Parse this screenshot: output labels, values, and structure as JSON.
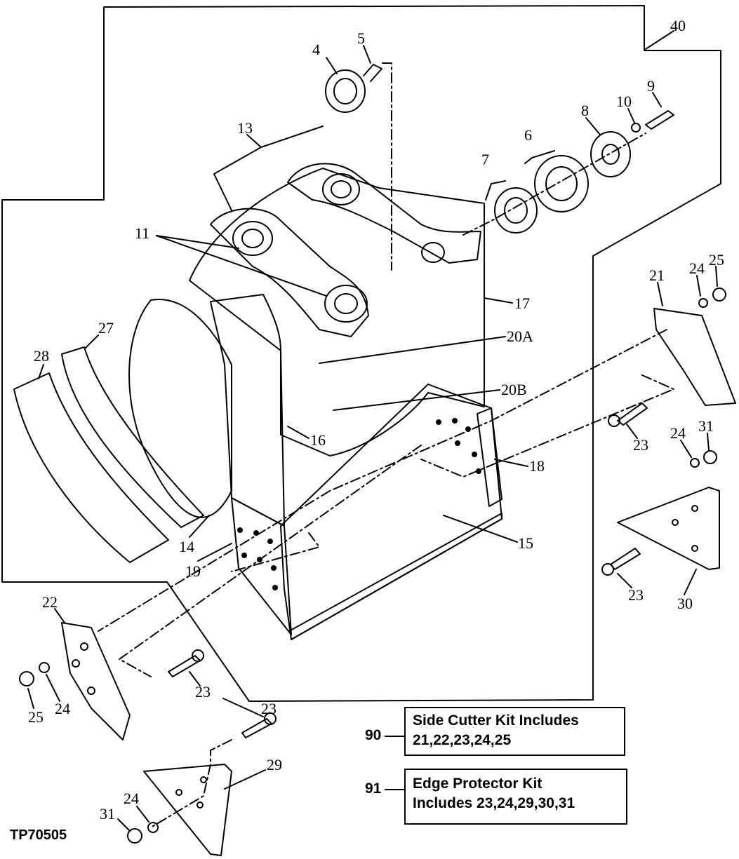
{
  "figure_id": "TP70505",
  "callouts": [
    {
      "key": "c40",
      "text": "40"
    },
    {
      "key": "c4",
      "text": "4"
    },
    {
      "key": "c5",
      "text": "5"
    },
    {
      "key": "c10",
      "text": "10"
    },
    {
      "key": "c9",
      "text": "9"
    },
    {
      "key": "c8",
      "text": "8"
    },
    {
      "key": "c6",
      "text": "6"
    },
    {
      "key": "c7",
      "text": "7"
    },
    {
      "key": "c13",
      "text": "13"
    },
    {
      "key": "c11",
      "text": "11"
    },
    {
      "key": "c17",
      "text": "17"
    },
    {
      "key": "c20a",
      "text": "20A"
    },
    {
      "key": "c20b",
      "text": "20B"
    },
    {
      "key": "c16",
      "text": "16"
    },
    {
      "key": "c18",
      "text": "18"
    },
    {
      "key": "c15",
      "text": "15"
    },
    {
      "key": "c14",
      "text": "14"
    },
    {
      "key": "c19",
      "text": "19"
    },
    {
      "key": "c27",
      "text": "27"
    },
    {
      "key": "c28",
      "text": "28"
    },
    {
      "key": "c21",
      "text": "21"
    },
    {
      "key": "c24a",
      "text": "24"
    },
    {
      "key": "c25a",
      "text": "25"
    },
    {
      "key": "c23a",
      "text": "23"
    },
    {
      "key": "c24b",
      "text": "24"
    },
    {
      "key": "c31a",
      "text": "31"
    },
    {
      "key": "c23b",
      "text": "23"
    },
    {
      "key": "c30",
      "text": "30"
    },
    {
      "key": "c22",
      "text": "22"
    },
    {
      "key": "c25b",
      "text": "25"
    },
    {
      "key": "c24c",
      "text": "24"
    },
    {
      "key": "c23c",
      "text": "23"
    },
    {
      "key": "c23d",
      "text": "23"
    },
    {
      "key": "c29",
      "text": "29"
    },
    {
      "key": "c24d",
      "text": "24"
    },
    {
      "key": "c31b",
      "text": "31"
    }
  ],
  "kits": [
    {
      "number": "90",
      "line1": "Side Cutter Kit Includes",
      "line2": "21,22,23,24,25"
    },
    {
      "number": "91",
      "line1": "Edge Protector Kit",
      "line2": "Includes 23,24,29,30,31"
    }
  ]
}
